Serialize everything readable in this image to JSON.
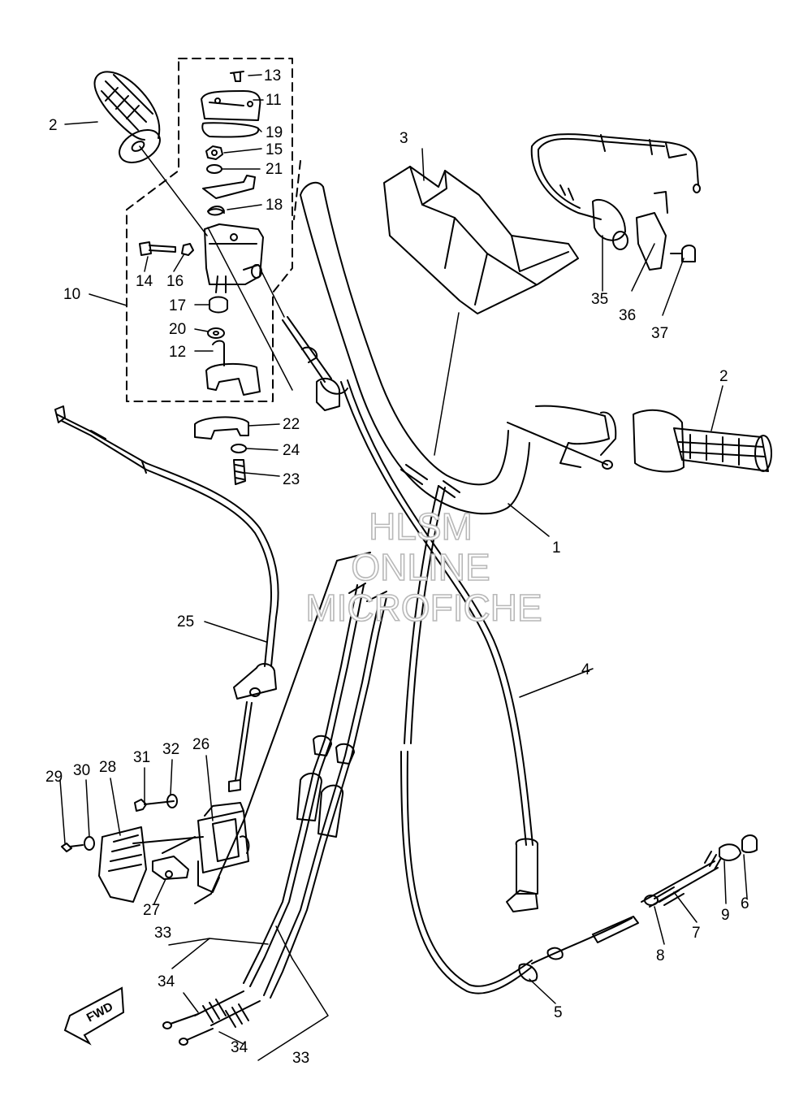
{
  "watermark": {
    "line1": "HLSM",
    "line2": "ONLINE",
    "line3": "MICROFICHE"
  },
  "direction_badge": "FWD",
  "callouts": {
    "c1": "1",
    "c2a": "2",
    "c2b": "2",
    "c3": "3",
    "c4": "4",
    "c5": "5",
    "c6": "6",
    "c7": "7",
    "c8": "8",
    "c9": "9",
    "c10": "10",
    "c11": "11",
    "c12": "12",
    "c13": "13",
    "c14": "14",
    "c15": "15",
    "c16": "16",
    "c17": "17",
    "c18": "18",
    "c19": "19",
    "c20": "20",
    "c21": "21",
    "c22": "22",
    "c23": "23",
    "c24": "24",
    "c25": "25",
    "c26": "26",
    "c27": "27",
    "c28": "28",
    "c29": "29",
    "c30": "30",
    "c31": "31",
    "c32": "32",
    "c33a": "33",
    "c33b": "33",
    "c34a": "34",
    "c34b": "34",
    "c35": "35",
    "c36": "36",
    "c37": "37"
  }
}
